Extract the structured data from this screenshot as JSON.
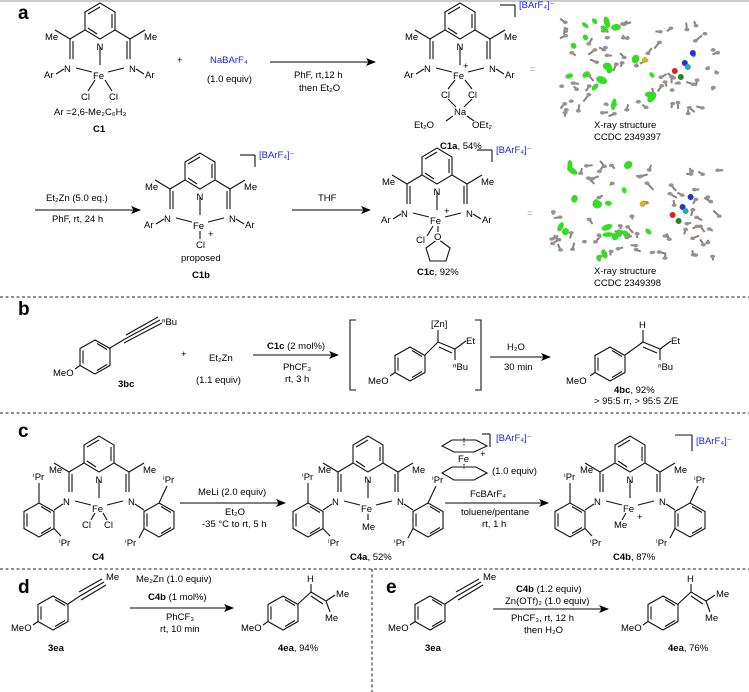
{
  "figure": {
    "panels": [
      "a",
      "b",
      "c",
      "d",
      "e"
    ],
    "colors": {
      "anion_text": "#1a1aff",
      "xray_fluorine": "#33dd22",
      "xray_carbon": "#9a9090",
      "xray_nitrogen": "#2233cc",
      "xray_oxygen": "#dd2222",
      "xray_iron": "#22aaaa",
      "xray_chlorine": "#228822",
      "xray_boron": "#e0b020"
    }
  },
  "panel_a": {
    "label": "a",
    "c1": {
      "me_left": "Me",
      "me_right": "Me",
      "n_py": "N",
      "n_left": "N",
      "n_right": "N",
      "fe": "Fe",
      "cl1": "Cl",
      "cl2": "Cl",
      "ar_left": "Ar",
      "ar_right": "Ar",
      "ar_def": "Ar =2,6-Me₂C₆H₃",
      "name": "C1"
    },
    "plus": "+",
    "reagent": "NaBArF₄",
    "reagent_equiv": "(1.0 equiv)",
    "arrow1_below_1": "PhF, rt,12 h",
    "arrow1_below_2": "then Et₂O",
    "c1a": {
      "anion": "[BArF₄]⁻",
      "charge": "+",
      "na": "Na",
      "et2o_left": "Et₂O",
      "oet2_right": "OEt₂",
      "name": "C1a",
      "yield": ", 54%"
    },
    "equals1": "=",
    "xray1_line1": "X-ray structure",
    "xray1_line2": "CCDC 2349397",
    "arrow2_above": "Et₂Zn (5.0 eq.)",
    "arrow2_below": "PhF, rt, 24 h",
    "c1b": {
      "anion": "[BArF₄]⁻",
      "charge": "+",
      "cl": "Cl",
      "note": "proposed",
      "name": "C1b"
    },
    "arrow3_above": "THF",
    "c1c": {
      "anion": "[BArF₄]⁻",
      "charge": "+",
      "cl": "Cl",
      "o": "O",
      "name": "C1c",
      "yield": ", 92%"
    },
    "equals2": "=",
    "xray2_line1": "X-ray structure",
    "xray2_line2": "CCDC 2349398"
  },
  "panel_b": {
    "label": "b",
    "substrate_sub": "ⁿBu",
    "substrate_meo": "MeO",
    "substrate_name": "3bc",
    "plus": "+",
    "reagent": "Et₂Zn",
    "reagent_equiv": "(1.1 equiv)",
    "arrow1_above_bold": "C1c",
    "arrow1_above_rest": " (2 mol%)",
    "arrow1_below_1": "PhCF₃",
    "arrow1_below_2": "rt, 3 h",
    "intermediate_zn": "[Zn]",
    "intermediate_et": "Et",
    "intermediate_bu": "ⁿBu",
    "intermediate_meo": "MeO",
    "arrow2_above": "H₂O",
    "arrow2_below": "30 min",
    "product_h": "H",
    "product_et": "Et",
    "product_bu": "ⁿBu",
    "product_meo": "MeO",
    "product_name": "4bc",
    "product_yield": ", 92%",
    "product_selectivity": "> 95:5 rr, > 95:5 Z/E"
  },
  "panel_c": {
    "label": "c",
    "c4": {
      "ipr": "ⁱPr",
      "me": "Me",
      "cl": "Cl",
      "name": "C4"
    },
    "arrow1_above": "MeLi (2.0 equiv)",
    "arrow1_below_1": "Et₂O",
    "arrow1_below_2": "-35 °C to rt, 5 h",
    "c4a": {
      "me_fe": "Me",
      "name": "C4a",
      "yield": ", 52%"
    },
    "ferrocenium": {
      "fe": "Fe",
      "charge": "+",
      "anion": "[BArF₄]⁻",
      "equiv": "(1.0 equiv)"
    },
    "arrow2_above": "FcBArF₄",
    "arrow2_below_1": "toluene/pentane",
    "arrow2_below_2": "rt, 1 h",
    "c4b": {
      "anion": "[BArF₄]⁻",
      "charge": "+",
      "me_fe": "Me",
      "name": "C4b",
      "yield": ", 87%"
    }
  },
  "panel_d": {
    "label": "d",
    "substrate_me": "Me",
    "substrate_meo": "MeO",
    "substrate_name": "3ea",
    "arrow_above_1": "Me₂Zn (1.0 equiv)",
    "arrow_above_2_bold": "C4b",
    "arrow_above_2_rest": " (1 mol%)",
    "arrow_below_1": "PhCF₃",
    "arrow_below_2": "rt, 10 min",
    "product_h": "H",
    "product_me1": "Me",
    "product_me2": "Me",
    "product_meo": "MeO",
    "product_name": "4ea",
    "product_yield": ", 94%"
  },
  "panel_e": {
    "label": "e",
    "substrate_me": "Me",
    "substrate_meo": "MeO",
    "substrate_name": "3ea",
    "arrow_above_1_bold": "C4b",
    "arrow_above_1_rest": " (1.2 equiv)",
    "arrow_above_2": "Zn(OTf)₂ (1.0 equiv)",
    "arrow_below_1": "PhCF₃, rt, 12 h",
    "arrow_below_2": "then H₂O",
    "product_h": "H",
    "product_me1": "Me",
    "product_me2": "Me",
    "product_meo": "MeO",
    "product_name": "4ea",
    "product_yield": ", 76%"
  }
}
